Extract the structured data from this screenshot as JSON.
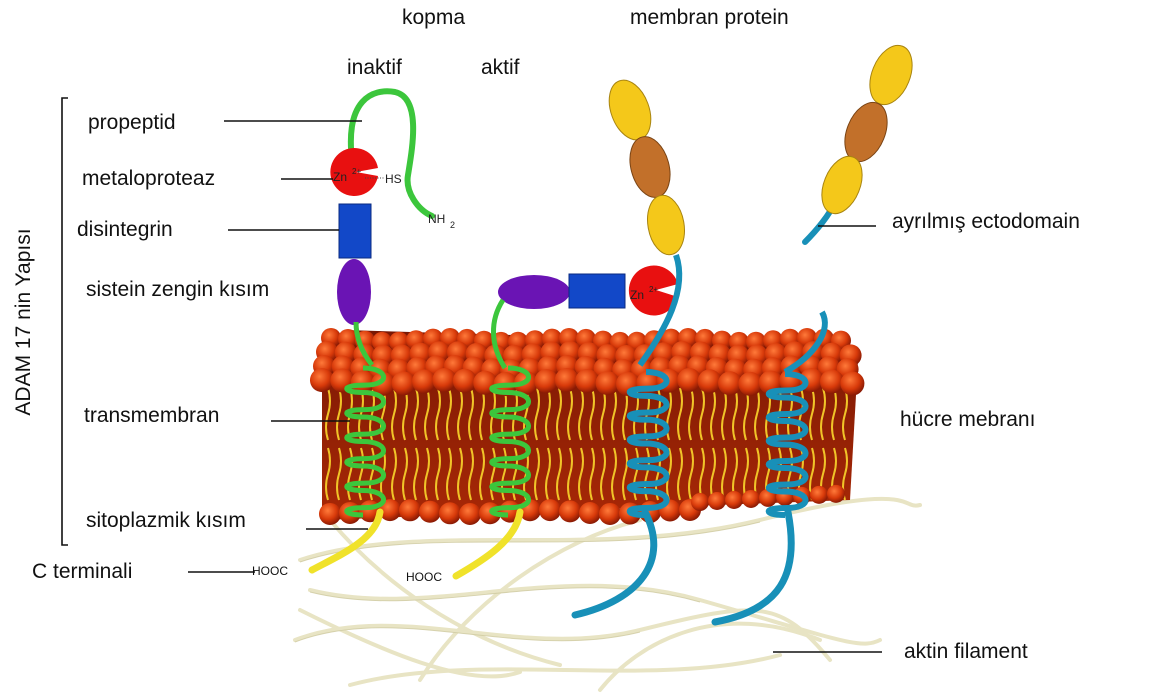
{
  "labels": {
    "kopma": "kopma",
    "membran_protein": "membran protein",
    "inaktif": "inaktif",
    "aktif": "aktif",
    "propeptid": "propeptid",
    "metaloproteaz": "metaloproteaz",
    "disintegrin": "disintegrin",
    "sistein": "sistein zengin kısım",
    "transmembran": "transmembran",
    "sitoplazmik": "sitoplazmik kısım",
    "c_terminali": "C terminali",
    "ayrilmis": "ayrılmış ectodomain",
    "hucre": "hücre mebranı",
    "aktin": "aktin filament",
    "bracket": "ADAM 17 nin Yapısı"
  },
  "chem": {
    "zn": "Zn",
    "zn_sup": "2+",
    "hs": "HS",
    "nh": "NH",
    "nh_sub": "2",
    "hooc": "HOOC"
  },
  "colors": {
    "green": "#3cc63c",
    "teal": "#1890b8",
    "red": "#e81010",
    "blue": "#1248c8",
    "purple": "#6a14b4",
    "yellow": "#f4c81a",
    "brown": "#c2702a",
    "membrane": "#c83208",
    "lipid": "#e8b420"
  }
}
